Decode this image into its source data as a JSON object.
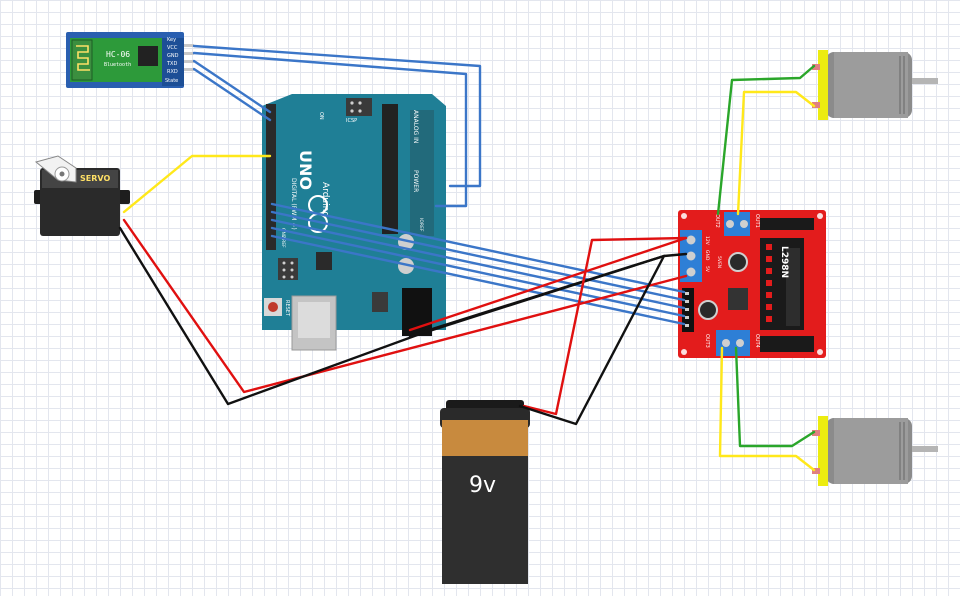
{
  "hc06": {
    "title": "HC-06",
    "subtitle": "Bluetooth",
    "pins": [
      "Key",
      "VCC",
      "GND",
      "TXD",
      "RXD",
      "State"
    ]
  },
  "servo": {
    "label": "SERVO"
  },
  "arduino": {
    "brand": "UNO",
    "logo_text": "Arduino",
    "icsp_label": "ICSP",
    "reset_label": "RESET",
    "digital_label": "DIGITAL (PWM ~)",
    "power_label": "POWER",
    "analog_label": "ANALOG IN",
    "on_label": "ON",
    "aref_label": "AREF",
    "gnd_label": "GND",
    "ioref_label": "IOREF"
  },
  "driver": {
    "chip_label": "L298N",
    "out1": "OUT1",
    "out2": "OUT2",
    "out3": "OUT3",
    "out4": "OUT4",
    "v12": "12V",
    "gnd": "GND",
    "v5": "5V",
    "en": "5VEN"
  },
  "battery": {
    "label": "9v"
  },
  "colors": {
    "board_teal": "#1f7f96",
    "driver_red": "#e31c1c",
    "wire_blue": "#3b76c8",
    "wire_red": "#e01010",
    "wire_black": "#111111",
    "wire_yellow": "#ffe81a",
    "wire_green": "#2aa62a",
    "motor_yellow": "#ecec10",
    "hc06_blue": "#2a5fb0",
    "hc06_green": "#2d9a3a"
  }
}
